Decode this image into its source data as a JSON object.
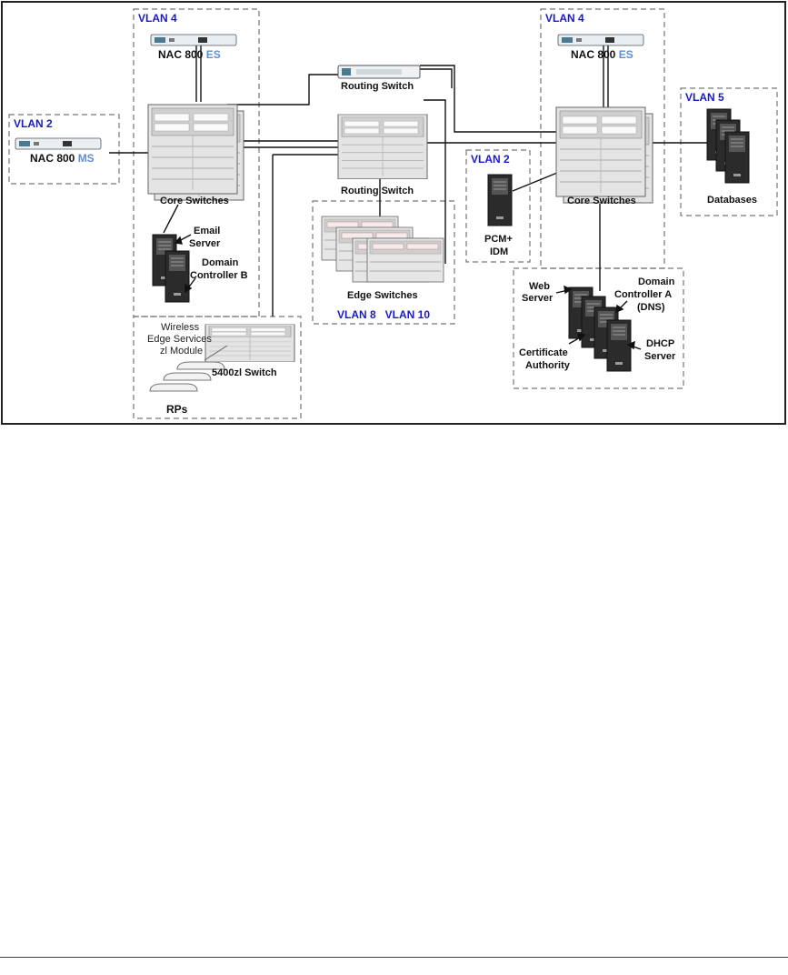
{
  "vlans": {
    "left_core": "VLAN 4",
    "left_nac": "VLAN 2",
    "right_core": "VLAN 4",
    "pcm": "VLAN 2",
    "databases": "VLAN 5",
    "edge": "VLAN 8   VLAN 10"
  },
  "nac_es_left": {
    "prefix": "NAC 800 ",
    "suffix": "ES"
  },
  "nac_es_right": {
    "prefix": "NAC 800 ",
    "suffix": "ES"
  },
  "nac_ms": {
    "prefix": "NAC 800 ",
    "suffix": "MS"
  },
  "labels": {
    "routing_switch_top": "Routing Switch",
    "routing_switch_mid": "Routing Switch",
    "core_switches_left": "Core Switches",
    "core_switches_right": "Core Switches",
    "edge_switches": "Edge Switches",
    "email_server_1": "Email",
    "email_server_2": "Server",
    "domain_b_1": "Domain",
    "domain_b_2": "Controller B",
    "wireless_1": "Wireless",
    "wireless_2": "Edge Services",
    "wireless_3": "zl Module",
    "switch_5400": "5400zl Switch",
    "rps": "RPs",
    "pcm_1": "PCM+",
    "pcm_2": "IDM",
    "databases": "Databases",
    "web_server_1": "Web",
    "web_server_2": "Server",
    "domain_a_1": "Domain",
    "domain_a_2": "Controller A",
    "domain_a_3": "(DNS)",
    "cert_1": "Certificate",
    "cert_2": "Authority",
    "dhcp_1": "DHCP",
    "dhcp_2": "Server"
  },
  "colors": {
    "vlan_text": "#1a1acc",
    "suffix_text": "#5b8fd8"
  }
}
